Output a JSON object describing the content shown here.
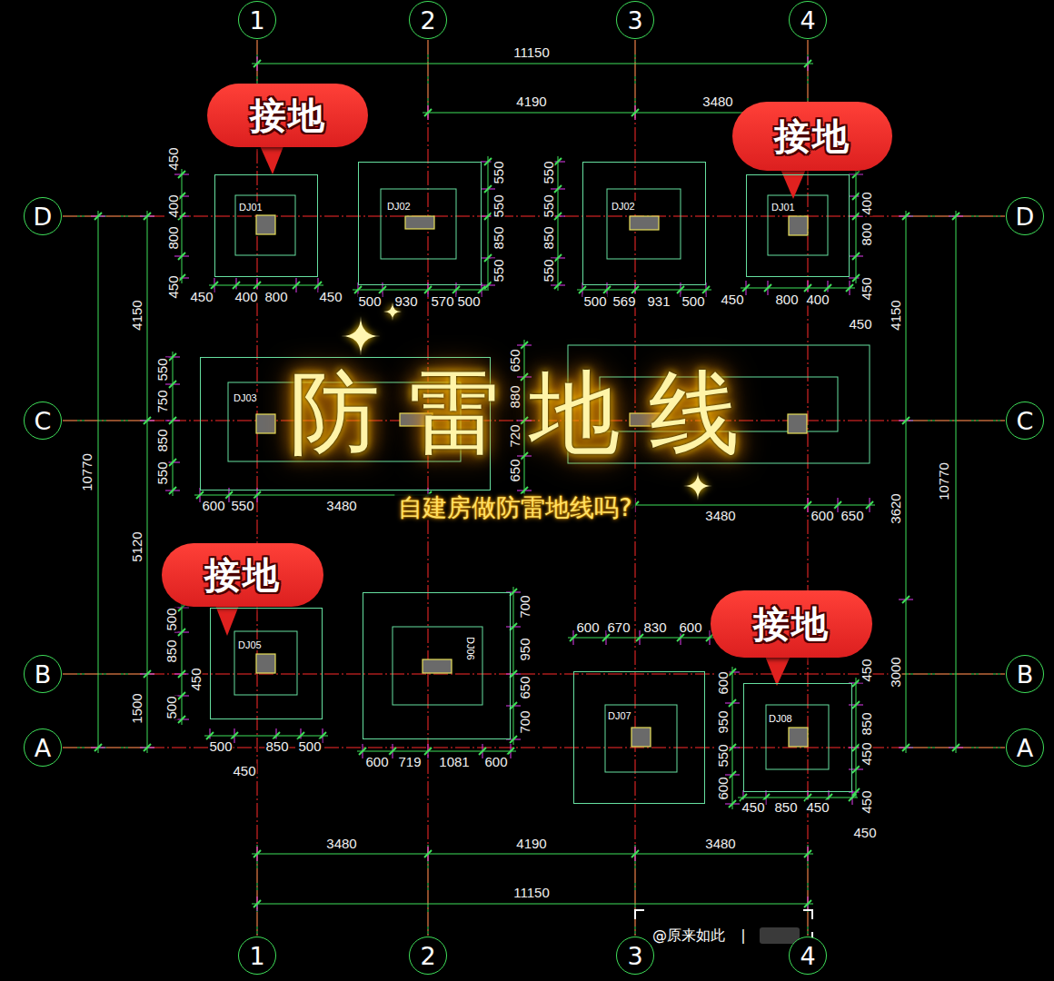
{
  "diagram": {
    "title": "防雷地线",
    "nodes": [
      {
        "text": [
          "1"
        ]
      },
      {
        "text": [
          "2"
        ]
      },
      {
        "text": [
          "3"
        ]
      },
      {
        "text": [
          "4"
        ]
      },
      {
        "text": [
          "D"
        ]
      },
      {
        "text": [
          "C"
        ]
      },
      {
        "text": [
          "B"
        ]
      },
      {
        "text": [
          "A"
        ]
      },
      {
        "text": [
          "D"
        ]
      },
      {
        "text": [
          "C"
        ]
      },
      {
        "text": [
          "B"
        ]
      },
      {
        "text": [
          "A"
        ]
      },
      {
        "text": [
          "接地"
        ]
      },
      {
        "text": [
          "接地"
        ]
      },
      {
        "text": [
          "接地"
        ]
      },
      {
        "text": [
          "接地"
        ]
      },
      {
        "text": [
          "DJ01"
        ]
      },
      {
        "text": [
          "DJ02"
        ]
      },
      {
        "text": [
          "DJ02"
        ]
      },
      {
        "text": [
          "DJ01"
        ]
      },
      {
        "text": [
          "DJ03"
        ]
      },
      {
        "text": [
          "DJ05"
        ]
      },
      {
        "text": [
          "DJ06"
        ]
      },
      {
        "text": [
          "DJ07"
        ]
      },
      {
        "text": [
          "DJ08"
        ]
      },
      {
        "text": [
          "1"
        ]
      },
      {
        "text": [
          "2"
        ]
      },
      {
        "text": [
          "3"
        ]
      },
      {
        "text": [
          "4"
        ]
      }
    ],
    "labels": [
      "自建房做防雷地线吗?",
      "11150",
      "4190",
      "3480",
      "450",
      "400",
      "800",
      "450",
      "450",
      "400",
      "800",
      "450",
      "550",
      "550",
      "850",
      "550",
      "500",
      "930",
      "570",
      "500",
      "550",
      "550",
      "850",
      "550",
      "500",
      "569",
      "931",
      "500",
      "400",
      "800",
      "450",
      "450",
      "800",
      "400",
      "450",
      "4150",
      "10770",
      "5120",
      "1500",
      "4150",
      "10770",
      "3620",
      "3000",
      "550",
      "750",
      "850",
      "550",
      "600",
      "550",
      "3480",
      "650",
      "880",
      "720",
      "650",
      "3480",
      "600",
      "650",
      "500",
      "850",
      "450",
      "500",
      "500",
      "850",
      "500",
      "450",
      "700",
      "950",
      "650",
      "700",
      "600",
      "719",
      "1081",
      "600",
      "600",
      "670",
      "830",
      "600",
      "600",
      "950",
      "550",
      "600",
      "450",
      "850",
      "450",
      "450",
      "450",
      "850",
      "450",
      "450",
      "3480",
      "4190",
      "3480",
      "11150",
      "@原来如此",
      "|"
    ]
  }
}
